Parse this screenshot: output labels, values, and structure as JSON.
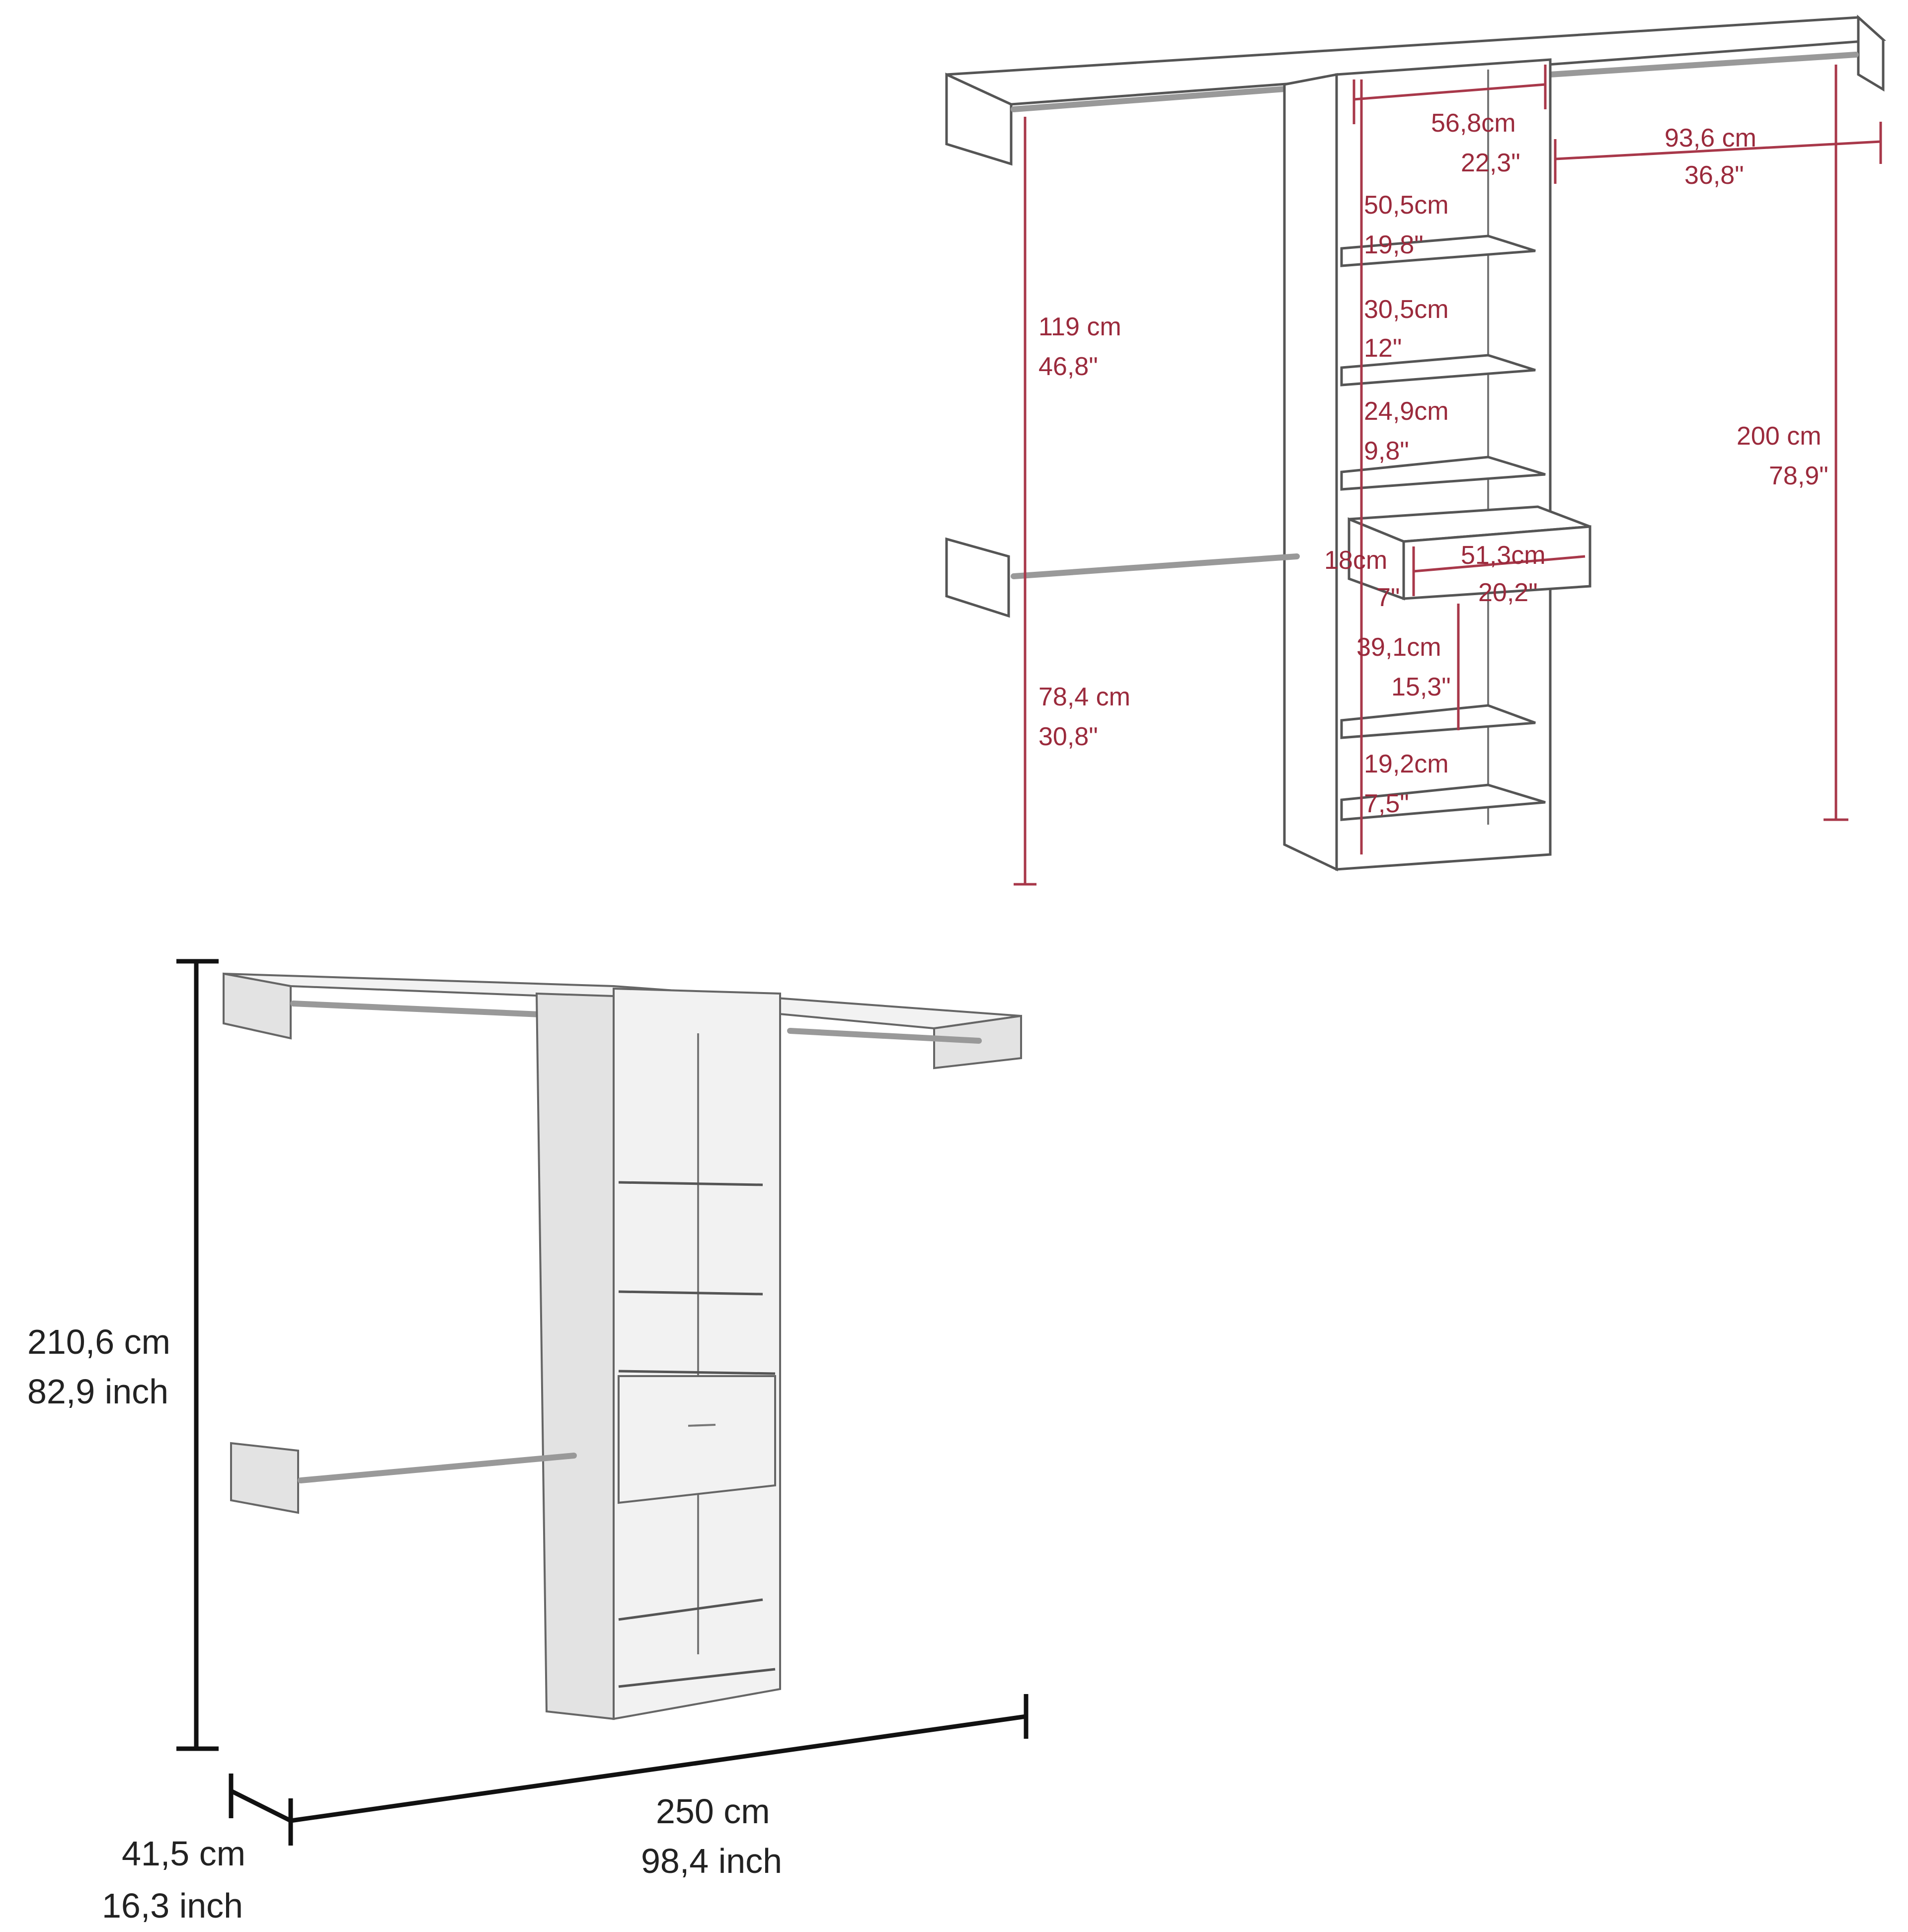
{
  "diagram": {
    "subject": "Walk-in closet system with central shelving tower, drawer and hanging rods",
    "detail_view": {
      "labels": {
        "top_rod_left_height": {
          "cm": "119 cm",
          "in": "46,8\""
        },
        "bottom_rod_left_height": {
          "cm": "78,4 cm",
          "in": "30,8\""
        },
        "tower_inner_width": {
          "cm": "56,8cm",
          "in": "22,3\""
        },
        "right_rod_width": {
          "cm": "93,6 cm",
          "in": "36,8\""
        },
        "right_side_height": {
          "cm": "200 cm",
          "in": "78,9\""
        },
        "shelf_1_gap": {
          "cm": "50,5cm",
          "in": "19,8\""
        },
        "shelf_2_gap": {
          "cm": "30,5cm",
          "in": "12\""
        },
        "shelf_3_gap": {
          "cm": "24,9cm",
          "in": "9,8\""
        },
        "drawer_height": {
          "cm": "18cm",
          "in": "7\""
        },
        "drawer_width": {
          "cm": "51,3cm",
          "in": "20,2\""
        },
        "shelf_4_gap": {
          "cm": "39,1cm",
          "in": "15,3\""
        },
        "bottom_shelf_gap": {
          "cm": "19,2cm",
          "in": "7,5\""
        }
      }
    },
    "overall_view": {
      "labels": {
        "height": {
          "cm": "210,6 cm",
          "in": "82,9 inch"
        },
        "width": {
          "cm": "250 cm",
          "in": "98,4 inch"
        },
        "depth": {
          "cm": "41,5 cm",
          "in": "16,3 inch"
        }
      }
    },
    "colors": {
      "dimension_red": "#9b2a3c",
      "dimension_black": "#111111",
      "outline": "#555555",
      "panel_fill": "#f2f2f2"
    }
  }
}
